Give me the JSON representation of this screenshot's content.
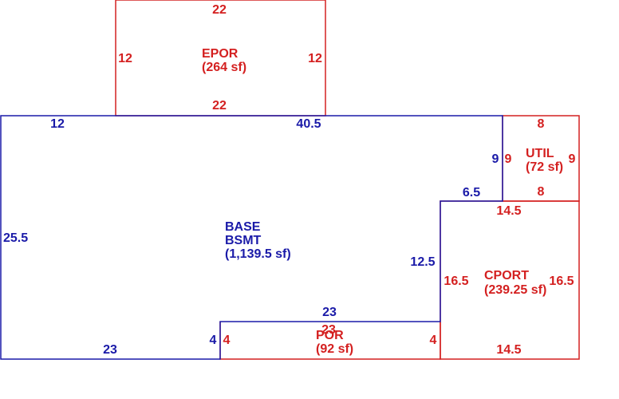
{
  "colors": {
    "base": "#1a1aa8",
    "addition": "#d42020",
    "background": "#ffffff"
  },
  "sketch": {
    "base": {
      "name_line1": "BASE",
      "name_line2": "BSMT",
      "area": "(1,139.5 sf)",
      "dims": {
        "top_left": "12",
        "top_right": "40.5",
        "left": "25.5",
        "bottom": "23",
        "step_up": "4",
        "step_top": "23",
        "right_lower": "12.5",
        "notch_top": "6.5",
        "right_upper": "9"
      }
    },
    "epor": {
      "name": "EPOR",
      "area": "(264 sf)",
      "top": "22",
      "bottom": "22",
      "left": "12",
      "right": "12"
    },
    "util": {
      "name": "UTIL",
      "area": "(72 sf)",
      "top": "8",
      "bottom": "8",
      "left": "9",
      "right": "9"
    },
    "cport": {
      "name": "CPORT",
      "area": "(239.25 sf)",
      "top": "14.5",
      "bottom": "14.5",
      "left": "16.5",
      "right": "16.5"
    },
    "por": {
      "name": "POR",
      "area": "(92 sf)",
      "top": "23",
      "left": "4",
      "right": "4"
    }
  }
}
